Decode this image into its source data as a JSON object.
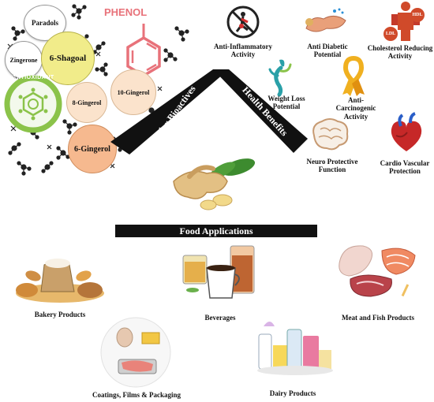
{
  "bioactives": {
    "phenol_label": "PHENOL",
    "antioxidant_label": "ANTIOXIDANT",
    "compounds": [
      "Paradols",
      "Zingerone",
      "6-Shagoal",
      "8-Gingerol",
      "10-Gingerol",
      "6-Gingerol"
    ]
  },
  "roof": {
    "left_label": "Major Bioactives",
    "right_label": "Health Benefits"
  },
  "health_benefits": [
    "Anti-Inflammatory Activity",
    "Anti Diabetic Potential",
    "Cholesterol Reducing Activity",
    "Weight Loss Potential",
    "Anti-Carcinogenic Activity",
    "Neuro Protective Function",
    "Cardio Vascular Protection"
  ],
  "cholesterol_icon": {
    "ldl": "LDL",
    "hdl": "HDL"
  },
  "food_applications": {
    "title": "Food Applications",
    "items": [
      "Bakery Products",
      "Beverages",
      "Meat and Fish Products",
      "Coatings, Films & Packaging",
      "Dairy Products"
    ]
  },
  "colors": {
    "phenol": "#e8727a",
    "paradols": "#ffffff",
    "zingerone": "#ffffff",
    "shagoal": "#f1ec8a",
    "gingerol8": "#fbe3cc",
    "gingerol10": "#fbe3cc",
    "gingerol6": "#f6b98f",
    "antioxidant": "#8bc34a",
    "roof": "#111111"
  }
}
